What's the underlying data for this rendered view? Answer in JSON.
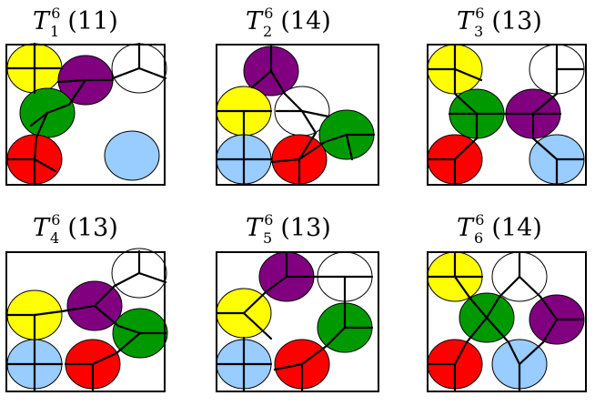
{
  "colors": {
    "yellow": "#ffff00",
    "purple": "#800080",
    "white": "#ffffff",
    "green": "#009900",
    "red": "#ff0000",
    "lightblue": "#99ccff"
  },
  "panels": [
    {
      "symbol": "T",
      "sub": "1",
      "sup": "6",
      "count": "(11)"
    },
    {
      "symbol": "T",
      "sub": "2",
      "sup": "6",
      "count": "(14)"
    },
    {
      "symbol": "T",
      "sub": "3",
      "sup": "6",
      "count": "(13)"
    },
    {
      "symbol": "T",
      "sub": "4",
      "sup": "6",
      "count": "(13)"
    },
    {
      "symbol": "T",
      "sub": "5",
      "sup": "6",
      "count": "(13)"
    },
    {
      "symbol": "T",
      "sub": "6",
      "sup": "6",
      "count": "(14)"
    }
  ]
}
